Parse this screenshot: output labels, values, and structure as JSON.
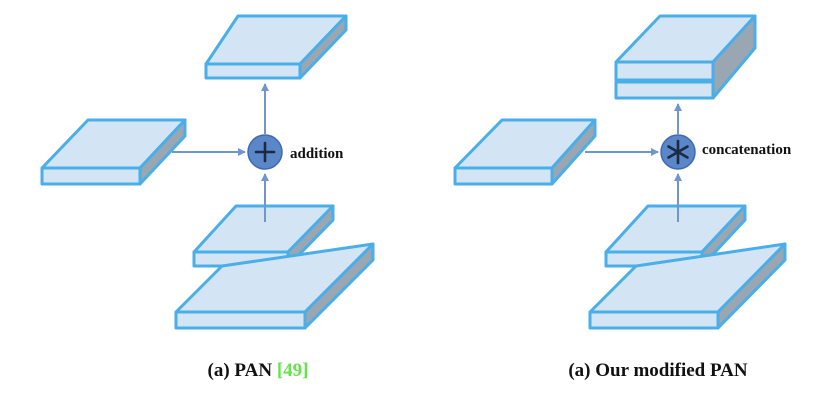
{
  "left_panel": {
    "operation_label": "addition",
    "caption_text": "(a) PAN ",
    "caption_ref": "[49]"
  },
  "right_panel": {
    "operation_label": "concatenation",
    "caption_text": "(a) Our modified PAN"
  },
  "colors": {
    "slab_fill": "#d3e5f5",
    "slab_edge": "#4aaee8",
    "slab_side": "#9aa6b2",
    "operator_fill": "#5b86c7",
    "arrow": "#6f96cf",
    "citation": "#66e34c"
  },
  "icons": {
    "left_operator": "plus-icon",
    "right_operator": "asterisk-icon"
  }
}
